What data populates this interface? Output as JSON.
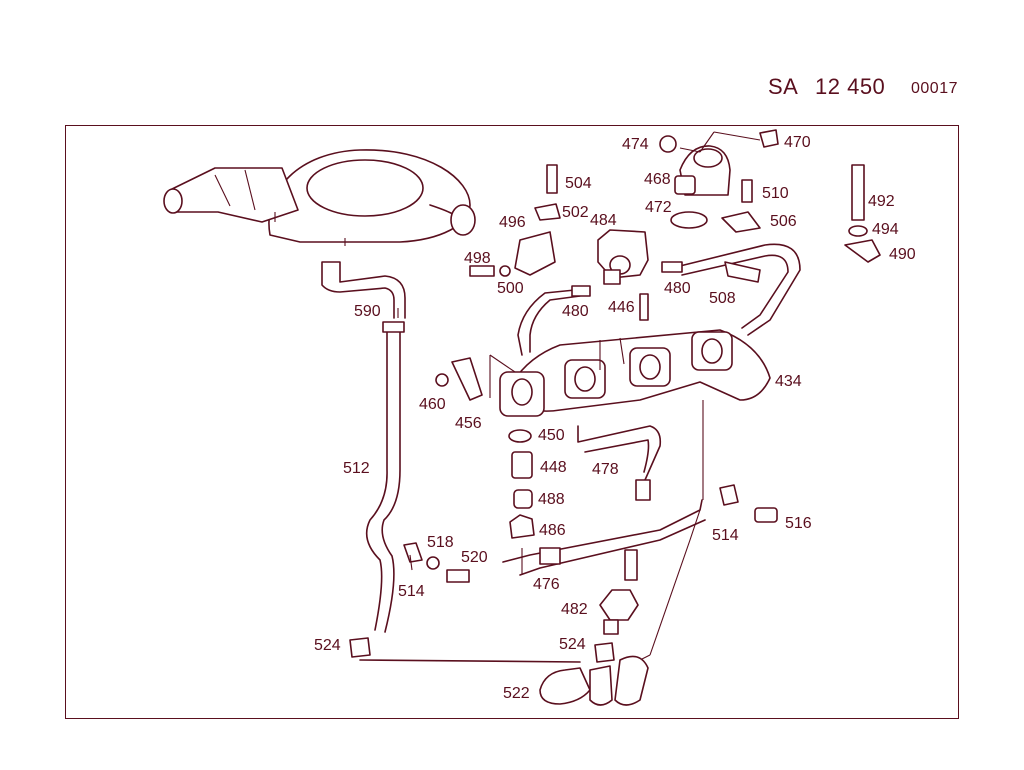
{
  "header": {
    "code": "SA",
    "number": "12 450",
    "sub": "00017"
  },
  "labels": {
    "l474": "474",
    "l470": "470",
    "l504": "504",
    "l468": "468",
    "l510": "510",
    "l492": "492",
    "l502": "502",
    "l484": "484",
    "l472": "472",
    "l496": "496",
    "l506": "506",
    "l494": "494",
    "l490": "490",
    "l498": "498",
    "l500": "500",
    "l480a": "480",
    "l446": "446",
    "l480b": "480",
    "l508": "508",
    "l590": "590",
    "l434": "434",
    "l460": "460",
    "l456": "456",
    "l450": "450",
    "l512": "512",
    "l448": "448",
    "l478": "478",
    "l488": "488",
    "l486": "486",
    "l514a": "514",
    "l516": "516",
    "l518": "518",
    "l520": "520",
    "l514b": "514",
    "l476": "476",
    "l482": "482",
    "l524a": "524",
    "l524b": "524",
    "l522": "522"
  }
}
